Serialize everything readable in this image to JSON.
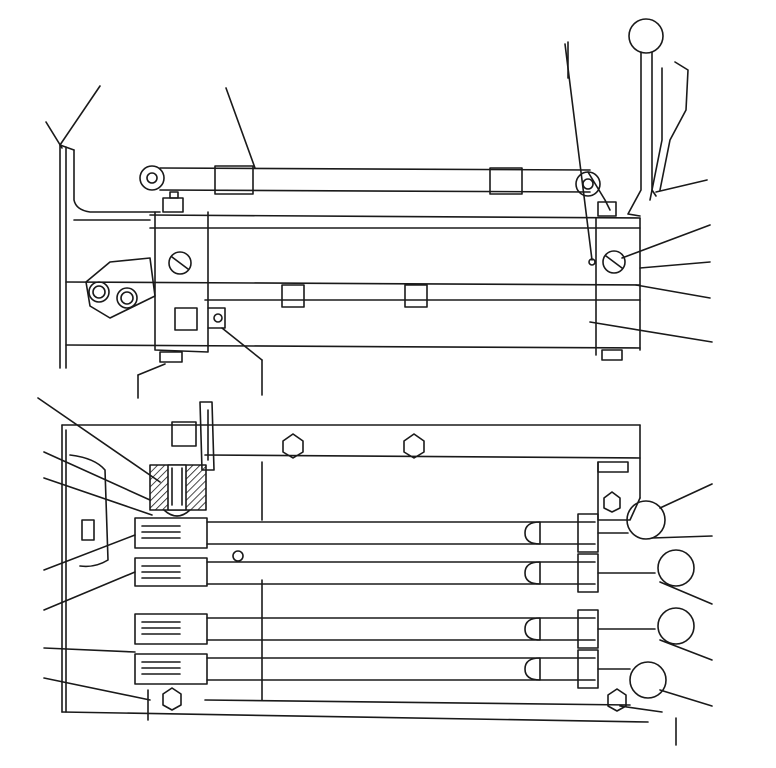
{
  "diagram": {
    "type": "technical line drawing",
    "views": [
      "side-view",
      "top-view"
    ],
    "colors": {
      "line": "#1a1a1a",
      "hatch": "#1a1a1a",
      "paper": "#ffffff"
    }
  }
}
